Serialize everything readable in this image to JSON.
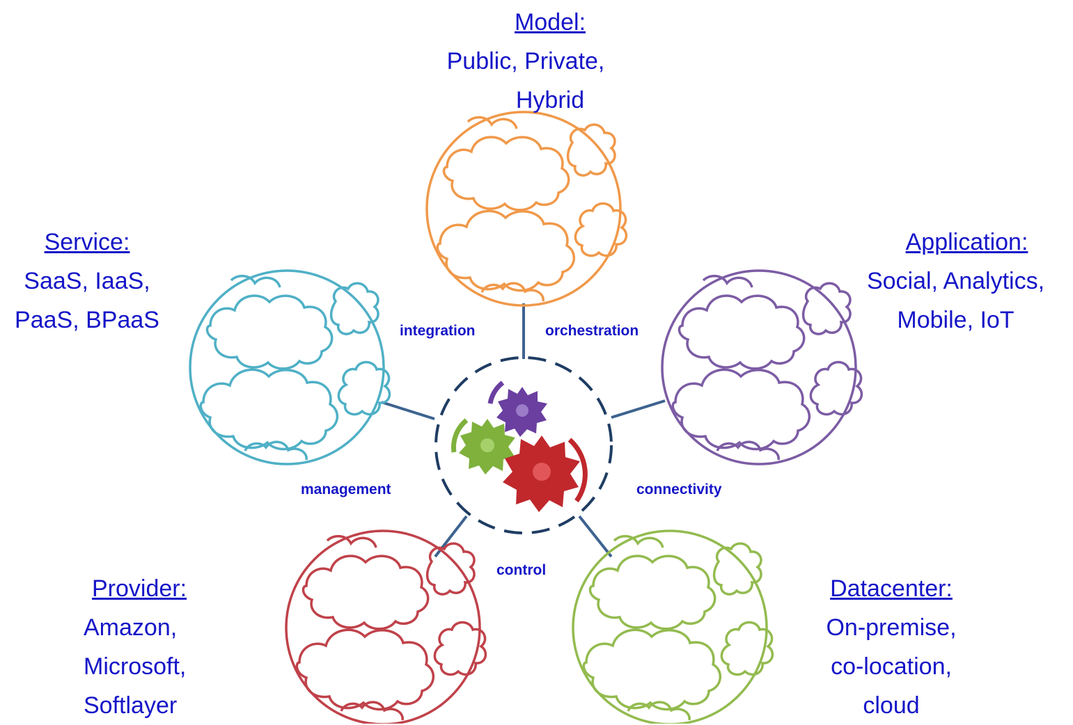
{
  "nodes": {
    "model": {
      "heading": "Model:",
      "lines": [
        "Public, Private,",
        "Hybrid"
      ],
      "color": "#f0994a"
    },
    "service": {
      "heading": "Service:",
      "lines": [
        "SaaS, IaaS,",
        "PaaS, BPaaS"
      ],
      "color": "#4fb0c6"
    },
    "application": {
      "heading": "Application:",
      "lines": [
        "Social, Analytics,",
        "Mobile, IoT"
      ],
      "color": "#7c5ca4"
    },
    "provider": {
      "heading": "Provider:",
      "lines": [
        "Amazon,",
        "Microsoft,",
        "Softlayer"
      ],
      "color": "#c0424a"
    },
    "datacenter": {
      "heading": "Datacenter:",
      "lines": [
        "On-premise,",
        "co-location,",
        "cloud"
      ],
      "color": "#93bb4f"
    }
  },
  "connectors": {
    "integration": "integration",
    "orchestration": "orchestration",
    "management": "management",
    "connectivity": "connectivity",
    "control": "control"
  },
  "colors": {
    "text": "#1515c8",
    "spoke": "#3d6390",
    "hub_border": "#1f3d63",
    "gear_purple": "#6a3fa0",
    "gear_green": "#7fb13c",
    "gear_red": "#c0282c"
  }
}
